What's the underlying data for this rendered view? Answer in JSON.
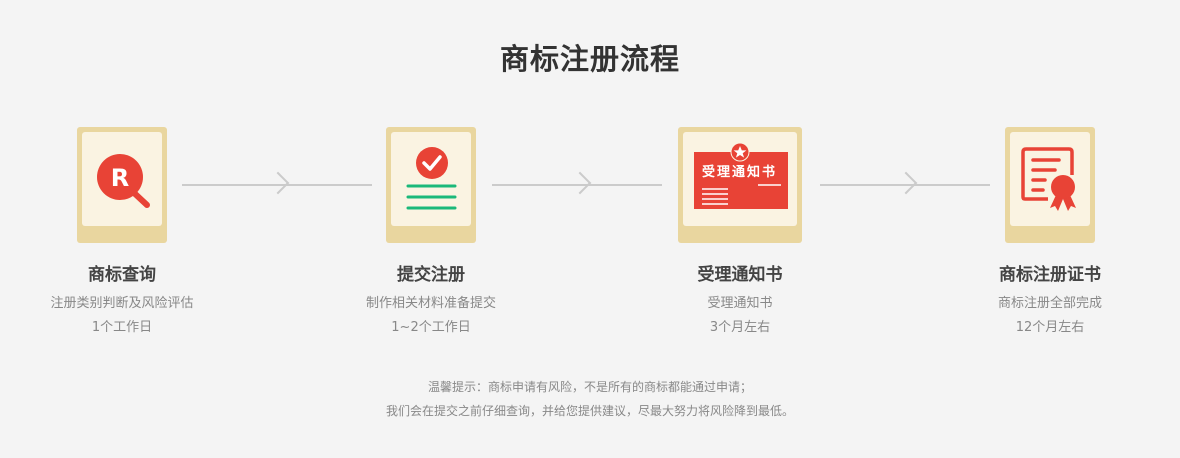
{
  "title": "商标注册流程",
  "steps": [
    {
      "title": "商标查询",
      "desc": "注册类别判断及风险评估",
      "time": "1个工作日",
      "icon": "trademark-search-icon"
    },
    {
      "title": "提交注册",
      "desc": "制作相关材料准备提交",
      "time": "1~2个工作日",
      "icon": "submit-checklist-icon"
    },
    {
      "title": "受理通知书",
      "desc": "受理通知书",
      "time": "3个月左右",
      "icon": "acceptance-notice-icon",
      "badge_text": "受理通知书"
    },
    {
      "title": "商标注册证书",
      "desc": "商标注册全部完成",
      "time": "12个月左右",
      "icon": "certificate-icon"
    }
  ],
  "note": {
    "line1": "温馨提示：商标申请有风险，不是所有的商标都能通过申请；",
    "line2": "我们会在提交之前仔细查询，并给您提供建议，尽最大努力将风险降到最低。"
  },
  "colors": {
    "accent_red": "#e84336",
    "accent_green": "#1ab87a",
    "card_frame": "#e9d69f",
    "card_inner": "#faf3e2",
    "background": "#f4f4f4"
  }
}
